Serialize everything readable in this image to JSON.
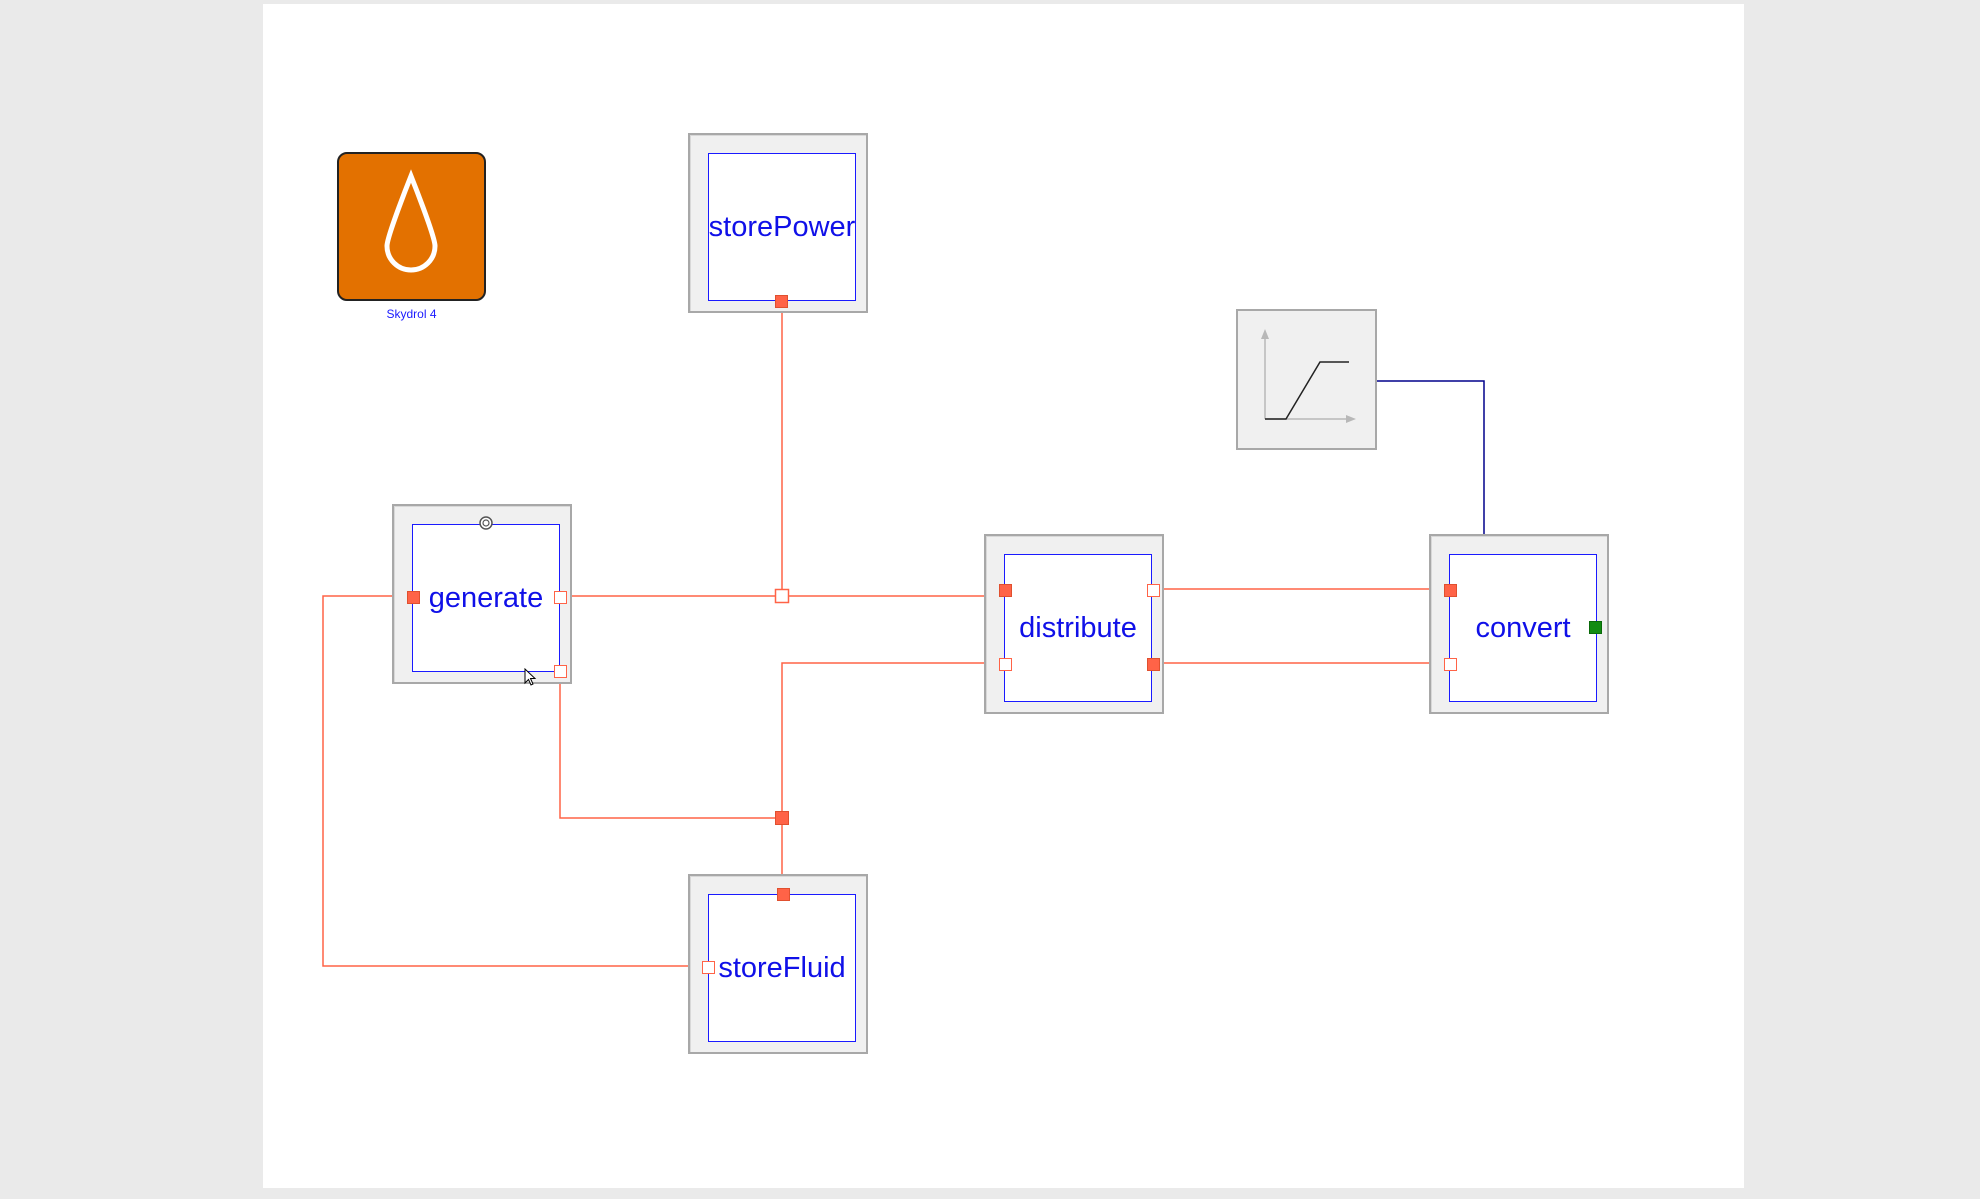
{
  "diagram": {
    "blocks": {
      "storePower": {
        "label": "storePower"
      },
      "generate": {
        "label": "generate"
      },
      "distribute": {
        "label": "distribute"
      },
      "convert": {
        "label": "convert"
      },
      "storeFluid": {
        "label": "storeFluid"
      }
    },
    "fluid": {
      "label": "Skydrol 4",
      "icon": "droplet-icon"
    },
    "ramp": {
      "icon": "ramp-icon"
    }
  },
  "colors": {
    "fluid_wire": "#ff6347",
    "signal_wire": "#00008b",
    "block_label": "#1010e8",
    "fluid_icon_bg": "#e37100",
    "output_port": "#128b12"
  }
}
